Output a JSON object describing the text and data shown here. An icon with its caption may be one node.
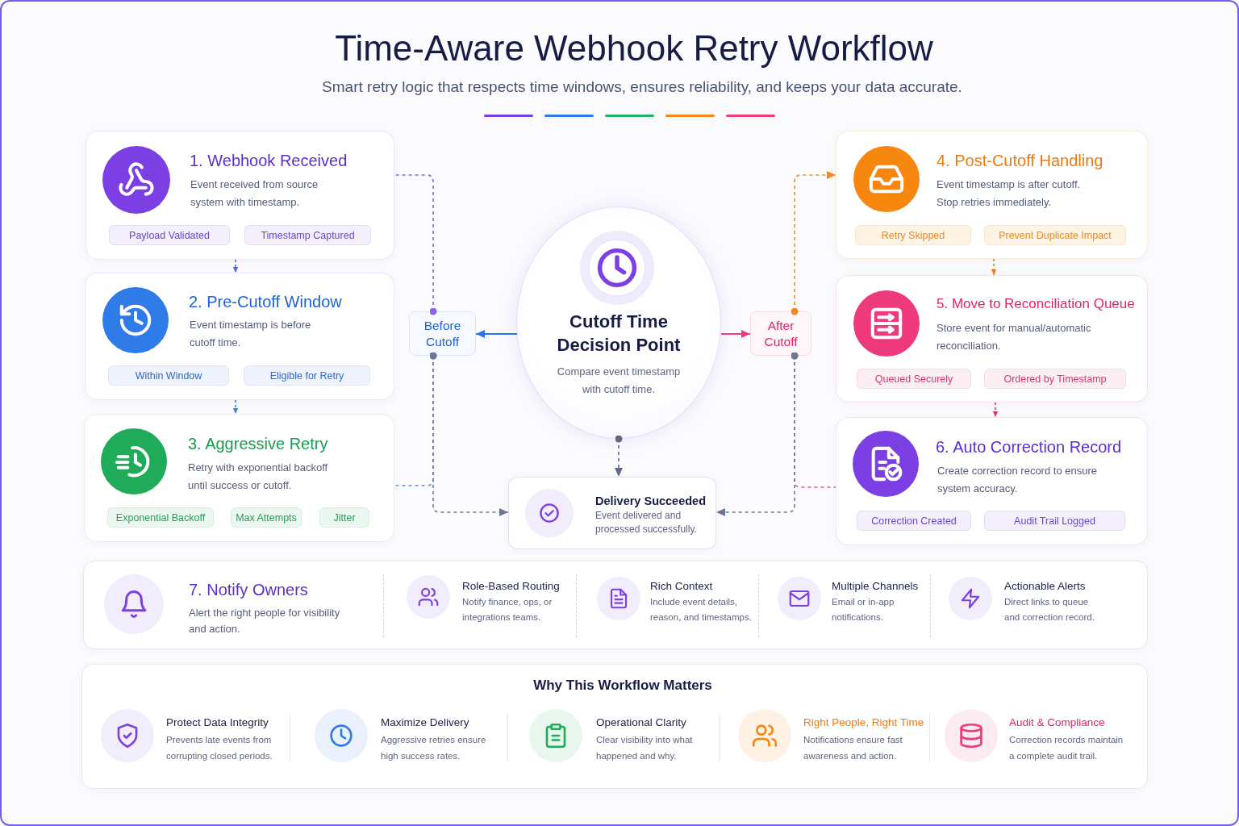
{
  "diagram": {
    "title": "Time-Aware Webhook Retry Workflow",
    "nodes": [
      {
        "text": [
          "1. Webhook Received",
          "Event received from source system with timestamp."
        ]
      },
      {
        "text": [
          "Payload Validated"
        ],
        "in": 0
      },
      {
        "text": [
          "Timestamp Captured"
        ],
        "in": 0
      },
      {
        "text": [
          "2. Pre-Cutoff Window",
          "Event timestamp is before cutoff time."
        ]
      },
      {
        "text": [
          "Within Window"
        ],
        "in": 3
      },
      {
        "text": [
          "Eligible for Retry"
        ],
        "in": 3
      },
      {
        "text": [
          "3. Aggressive Retry",
          "Retry with exponential backoff until success or cutoff."
        ]
      },
      {
        "text": [
          "Exponential Backoff"
        ],
        "in": 6
      },
      {
        "text": [
          "Max Attempts"
        ],
        "in": 6
      },
      {
        "text": [
          "Jitter"
        ],
        "in": 6
      },
      {
        "text": [
          "Before Cutoff"
        ]
      },
      {
        "text": [
          "Cutoff Time Decision Point",
          "Compare event timestamp with cutoff time."
        ]
      },
      {
        "text": [
          "After Cutoff"
        ]
      },
      {
        "text": [
          "Delivery Succeeded",
          "Event delivered and processed successfully."
        ]
      },
      {
        "text": [
          "4. Post-Cutoff Handling",
          "Event timestamp is after cutoff. Stop retries immediately."
        ]
      },
      {
        "text": [
          "Retry Skipped"
        ],
        "in": 14
      },
      {
        "text": [
          "Prevent Duplicate Impact"
        ],
        "in": 14
      },
      {
        "text": [
          "5. Move to Reconciliation Queue",
          "Store event for manual/automatic reconciliation."
        ]
      },
      {
        "text": [
          "Queued Securely"
        ],
        "in": 17
      },
      {
        "text": [
          "Ordered by Timestamp"
        ],
        "in": 17
      },
      {
        "text": [
          "6. Auto Correction Record",
          "Create correction record to ensure system accuracy."
        ]
      },
      {
        "text": [
          "Correction Created"
        ],
        "in": 20
      },
      {
        "text": [
          "Audit Trail Logged"
        ],
        "in": 20
      },
      {
        "text": [
          "7. Notify Owners",
          "Alert the right people for visibility and action.",
          "Role-Based Routing",
          "Notify finance, ops, or integrations teams.",
          "Rich Context",
          "Include event details, reason, and timestamps.",
          "Multiple Channels",
          "Email or in-app notifications.",
          "Actionable Alerts",
          "Direct links to queue and correction record."
        ]
      },
      {
        "text": [
          "Why This Workflow Matters",
          "Protect Data Integrity",
          "Prevents late events from corrupting closed periods.",
          "Maximize Delivery",
          "Aggressive retries ensure high success rates.",
          "Operational Clarity",
          "Clear visibility into what happened and why.",
          "Right People, Right Time",
          "Notifications ensure fast awareness and action.",
          "Audit & Compliance",
          "Correction records maintain a complete audit trail."
        ]
      }
    ],
    "edges": [
      {
        "from": 0,
        "to": 3,
        "arrow": "to",
        "style": "dashed",
        "color": "#4f6ae0"
      },
      {
        "from": 3,
        "to": 6,
        "arrow": "to",
        "style": "dashed",
        "color": "#3a86d0"
      },
      {
        "from": 11,
        "to": 10,
        "arrow": "to",
        "color": "#2f74e6"
      },
      {
        "from": 11,
        "to": 12,
        "arrow": "to",
        "color": "#ec3f7a"
      },
      {
        "from": 11,
        "to": 13,
        "arrow": "to",
        "style": "dashed",
        "color": "#5f6a8a"
      },
      {
        "from": 10,
        "to": 0,
        "arrow": "other",
        "style": "dashed",
        "color": "#8a64ee"
      },
      {
        "from": 10,
        "to": 6,
        "arrow": "other",
        "style": "dashed",
        "color": "#5b8fe8"
      },
      {
        "from": 10,
        "to": 13,
        "arrow": "to",
        "style": "dashed",
        "color": "#6b7796"
      },
      {
        "from": 12,
        "to": 14,
        "arrow": "to",
        "style": "dashed",
        "color": "#f5891f"
      },
      {
        "from": 12,
        "to": 20,
        "arrow": "other",
        "style": "dashed",
        "color": "#ec4f86"
      },
      {
        "from": 12,
        "to": 13,
        "arrow": "to",
        "style": "dashed",
        "color": "#6b7796"
      },
      {
        "from": 14,
        "to": 17,
        "arrow": "to",
        "style": "dashed",
        "color": "#f07a14"
      },
      {
        "from": 17,
        "to": 20,
        "arrow": "to",
        "style": "dashed",
        "color": "#e5306e"
      }
    ],
    "labels": [
      "Smart retry logic that respects time windows, ensures reliability, and keeps your data accurate."
    ]
  }
}
